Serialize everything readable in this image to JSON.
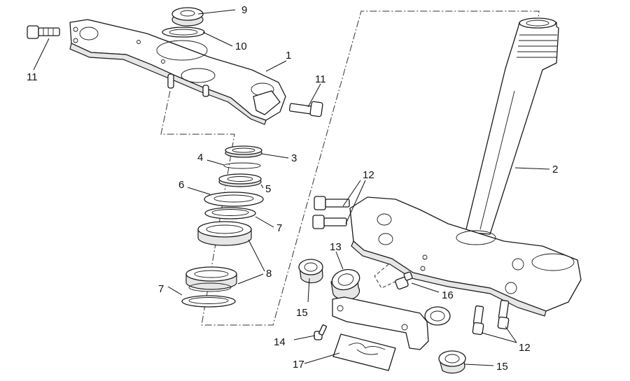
{
  "callouts": {
    "c1": "1",
    "c2": "2",
    "c3": "3",
    "c4": "4",
    "c5": "5",
    "c6": "6",
    "c7a": "7",
    "c7b": "7",
    "c8": "8",
    "c9": "9",
    "c10": "10",
    "c11a": "11",
    "c11b": "11",
    "c12a": "12",
    "c12b": "12",
    "c13": "13",
    "c14": "14",
    "c15a": "15",
    "c15b": "15",
    "c16": "16",
    "c17": "17"
  },
  "colors": {
    "line": "#1a1a1a",
    "background": "#ffffff"
  }
}
